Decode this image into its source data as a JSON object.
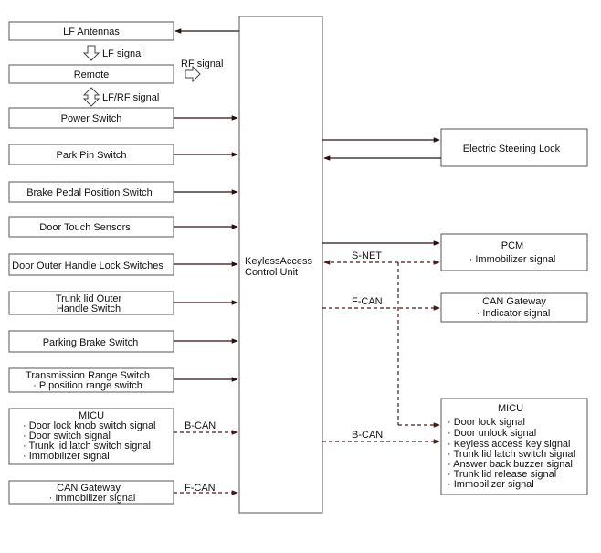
{
  "center": {
    "title_line1": "KeylessAccess",
    "title_line2": "Control Unit"
  },
  "left_boxes": {
    "lf_antennas": "LF Antennas",
    "remote": "Remote",
    "power_switch": "Power Switch",
    "park_pin_switch": "Park Pin Switch",
    "brake_pedal": "Brake Pedal Position Switch",
    "door_touch": "Door Touch Sensors",
    "door_outer": "Door Outer Handle Lock Switches",
    "trunk_outer_line1": "Trunk lid Outer",
    "trunk_outer_line2": "Handle Switch",
    "parking_brake": "Parking Brake Switch",
    "trs_line1": "Transmission Range Switch",
    "trs_line2": "· P position range switch",
    "micu": {
      "title": "MICU",
      "lines": [
        "· Door lock knob switch signal",
        "· Door switch signal",
        "· Trunk lid latch switch signal",
        "· Immobilizer signal"
      ]
    },
    "can_gateway": {
      "title": "CAN Gateway",
      "line": "· Immobilizer signal"
    }
  },
  "right_boxes": {
    "electric_steering_lock": "Electric Steering Lock",
    "pcm": {
      "title": "PCM",
      "line": "· Immobilizer signal"
    },
    "can_gateway": {
      "title": "CAN Gateway",
      "line": "· Indicator signal"
    },
    "micu": {
      "title": "MICU",
      "lines": [
        "· Door lock signal",
        "· Door unlock signal",
        "· Keyless access key signal",
        "· Trunk lid latch switch signal",
        "· Answer back buzzer signal",
        "· Trunk lid release signal",
        "· Immobilizer signal"
      ]
    }
  },
  "signals": {
    "lf_signal": "LF signal",
    "rf_signal": "RF signal",
    "lf_rf_signal": "LF/RF signal",
    "s_net": "S-NET",
    "f_can_right": "F-CAN",
    "b_can_right": "B-CAN",
    "b_can_left": "B-CAN",
    "f_can_left": "F-CAN"
  },
  "colors": {
    "line": "#2a1010",
    "dashed": "#4a1a1a",
    "box_stroke": "#555555"
  }
}
